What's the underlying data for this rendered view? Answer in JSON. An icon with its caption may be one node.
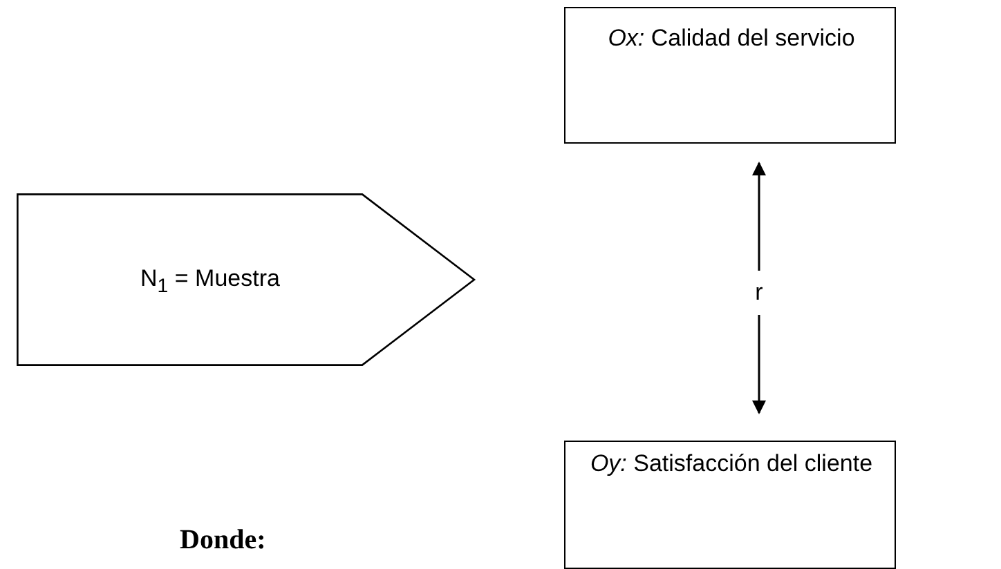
{
  "diagram": {
    "nodes": [
      {
        "text": [
          "*Ox:* Calidad del servicio"
        ]
      },
      {
        "text": [
          "N$_{1}$ = Muestra"
        ]
      },
      {
        "text": [
          "*Oy:* Satisfacción del cliente"
        ]
      }
    ],
    "edges": [
      {
        "from": 0,
        "to": 2,
        "arrow": "both",
        "label": "r"
      }
    ],
    "labels": [
      "Donde:"
    ]
  }
}
